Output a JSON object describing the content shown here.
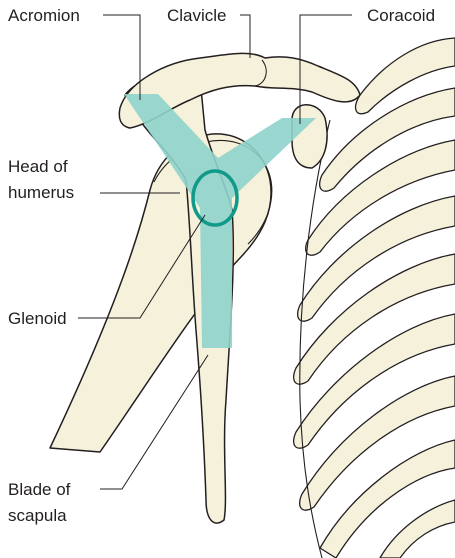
{
  "colors": {
    "bone": "#f6f1da",
    "outline": "#231f20",
    "scapula_y_highlight": "#8fd3cb",
    "glenoid_ring": "#119a8a",
    "background": "#ffffff"
  },
  "labels": {
    "acromion": "Acromion",
    "clavicle": "Clavicle",
    "coracoid": "Coracoid",
    "head_of_humerus_line1": "Head of",
    "head_of_humerus_line2": "humerus",
    "glenoid": "Glenoid",
    "blade_of_scapula_line1": "Blade of",
    "blade_of_scapula_line2": "scapula"
  }
}
